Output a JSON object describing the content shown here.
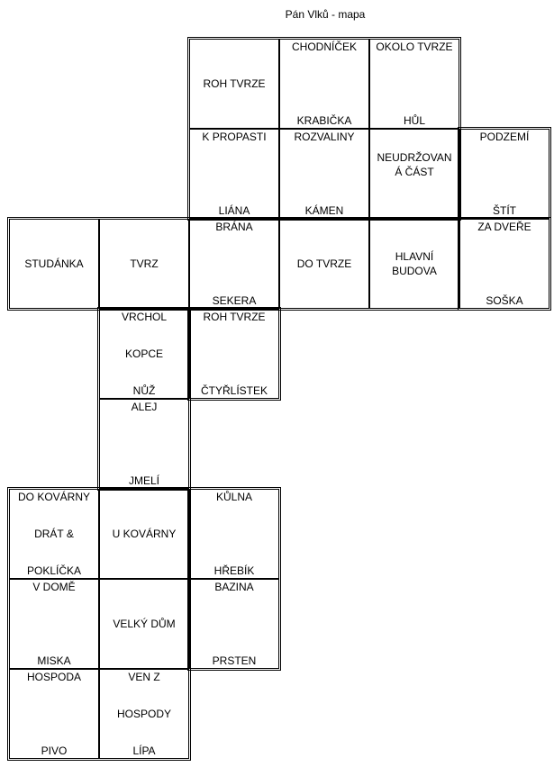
{
  "title": "Pán Vlků - mapa",
  "cells": [
    {
      "id": "roh-tvrze-1",
      "top": "",
      "center": "ROH TVRZE",
      "bottom": ""
    },
    {
      "id": "chodnicek",
      "top": "CHODNÍČEK",
      "center": "",
      "bottom": "KRABIČKA"
    },
    {
      "id": "okolo-tvrze",
      "top": "OKOLO TVRZE",
      "center": "",
      "bottom": "HŮL"
    },
    {
      "id": "k-propasti",
      "top": "K PROPASTI",
      "center": "",
      "bottom": "LIÁNA"
    },
    {
      "id": "rozvaliny",
      "top": "ROZVALINY",
      "center": "",
      "bottom": "KÁMEN"
    },
    {
      "id": "neudrzovana-cast",
      "top": "",
      "center": "NEUDRŽOVAN Á ČÁST",
      "bottom": ""
    },
    {
      "id": "podzemi",
      "top": "PODZEMÍ",
      "center": "",
      "bottom": "ŠTÍT"
    },
    {
      "id": "studanka",
      "top": "",
      "center": "STUDÁNKA",
      "bottom": ""
    },
    {
      "id": "tvrz",
      "top": "",
      "center": "TVRZ",
      "bottom": ""
    },
    {
      "id": "brana",
      "top": "BRÁNA",
      "center": "",
      "bottom": "SEKERA"
    },
    {
      "id": "do-tvrze",
      "top": "",
      "center": "DO TVRZE",
      "bottom": ""
    },
    {
      "id": "hlavni-budova",
      "top": "",
      "center": "HLAVNÍ BUDOVA",
      "bottom": ""
    },
    {
      "id": "za-dvere",
      "top": "ZA DVEŘE",
      "center": "",
      "bottom": "SOŠKA"
    },
    {
      "id": "vrchol-kopce",
      "top": "VRCHOL",
      "center": "KOPCE",
      "bottom": "NŮŽ"
    },
    {
      "id": "roh-tvrze-2",
      "top": "ROH TVRZE",
      "center": "",
      "bottom": "ČTYŘLÍSTEK"
    },
    {
      "id": "alej",
      "top": "ALEJ",
      "center": "",
      "bottom": "JMELÍ"
    },
    {
      "id": "do-kovarny",
      "top": "DO KOVÁRNY",
      "center": "DRÁT &",
      "bottom": "POKLÍČKA"
    },
    {
      "id": "u-kovarny",
      "top": "",
      "center": "U KOVÁRNY",
      "bottom": ""
    },
    {
      "id": "kulna",
      "top": "KŮLNA",
      "center": "",
      "bottom": "HŘEBÍK"
    },
    {
      "id": "v-dome",
      "top": "V DOMĚ",
      "center": "",
      "bottom": "MISKA"
    },
    {
      "id": "velky-dum",
      "top": "",
      "center": "VELKÝ DŮM",
      "bottom": ""
    },
    {
      "id": "bazina",
      "top": "BAZINA",
      "center": "",
      "bottom": "PRSTEN"
    },
    {
      "id": "hospoda",
      "top": "HOSPODA",
      "center": "",
      "bottom": "PIVO"
    },
    {
      "id": "ven-z-hospody",
      "top": "VEN Z",
      "center": "HOSPODY",
      "bottom": "LÍPA"
    }
  ]
}
